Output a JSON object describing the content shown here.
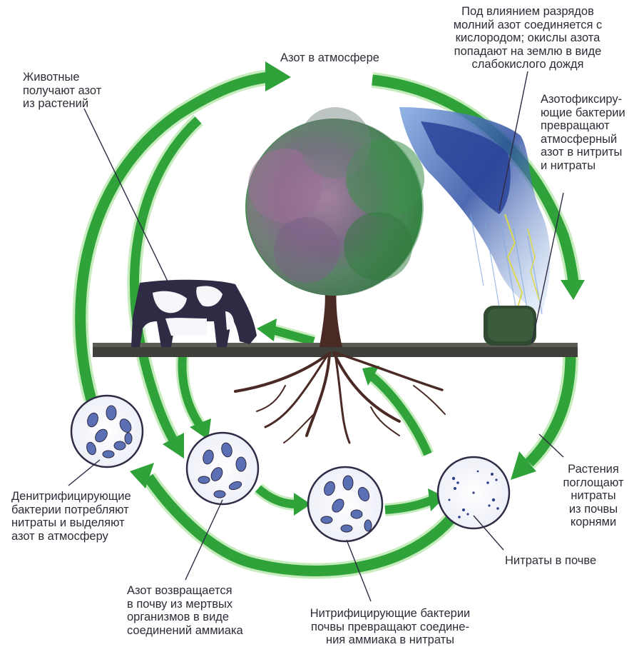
{
  "labels": {
    "atmosphere": "Азот в атмосфере",
    "lightning": "Под влиянием разрядов\nмолний азот соединяется с\nкислородом; окислы азота\nпопадают на землю в виде\nслабокислого дождя",
    "fixing": "Азотофиксиру-\nющие бактерии\nпревращают\nатмосферный\nазот в нитриты\nи нитраты",
    "animals": "Животные\nполучают азот\nиз растений",
    "plants_absorb": "Растения\nпоглощают\nнитраты\nиз почвы\nкорнями",
    "denitrifying": "Денитрифицирующие\nбактерии потребляют\nнитраты и выделяют\nазот в атмосферу",
    "nitrates_in_soil": "Нитраты в почве",
    "ammonia_return": "Азот возвращается\nв почву из мертвых\nорганизмов в виде\nсоединений аммиака",
    "nitrifying": "Нитрифицирующие бактерии\nпочвы превращают соедине-\nния аммиака в нитраты"
  },
  "colors": {
    "arrow_green": "#2fa23a",
    "arrow_light": "#c9ecbf",
    "ground": "#3f3f3b",
    "trunk": "#4a2a25",
    "foliage_left": "#8f6f8d",
    "foliage_right": "#3f8e4c",
    "rain": "#3b5ca8",
    "bacteria": "#5a6fb4",
    "text": "#2f2c38"
  }
}
